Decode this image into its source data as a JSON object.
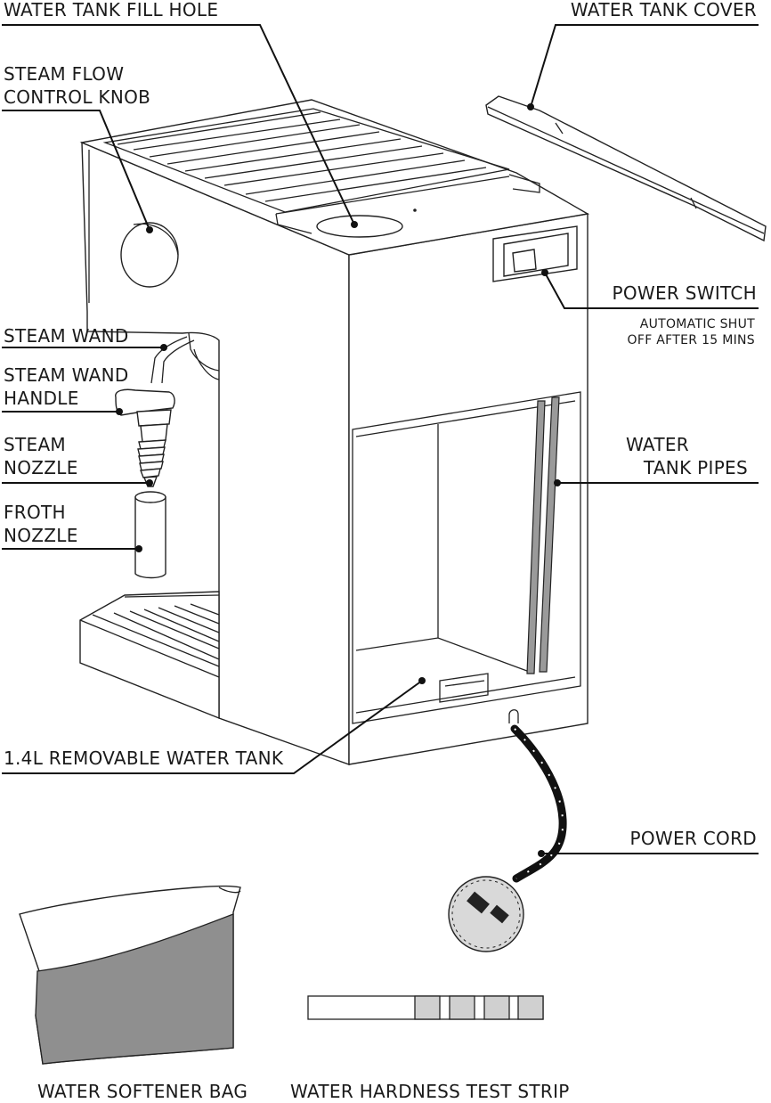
{
  "labels": {
    "water_tank_fill_hole": "WATER TANK FILL HOLE",
    "water_tank_cover": "WATER TANK COVER",
    "steam_flow_control_knob_1": "STEAM FLOW",
    "steam_flow_control_knob_2": "CONTROL KNOB",
    "steam_wand": "STEAM WAND",
    "steam_wand_handle_1": "STEAM WAND",
    "steam_wand_handle_2": "HANDLE",
    "steam_nozzle_1": "STEAM",
    "steam_nozzle_2": "NOZZLE",
    "froth_nozzle_1": "FROTH",
    "froth_nozzle_2": "NOZZLE",
    "power_switch": "POWER SWITCH",
    "power_switch_note_1": "AUTOMATIC SHUT",
    "power_switch_note_2": "OFF AFTER 15 MINS",
    "water_tank_pipes_1": "WATER",
    "water_tank_pipes_2": "TANK PIPES",
    "removable_water_tank": "1.4L REMOVABLE WATER TANK",
    "power_cord": "POWER CORD",
    "water_softener_bag": "WATER SOFTENER BAG",
    "water_hardness_test_strip": "WATER HARDNESS TEST STRIP"
  },
  "colors": {
    "line": "#111111",
    "softener_fill": "#8f8f8f",
    "strip_pad": "#d0d0d0",
    "plug": "#d9d9d9"
  }
}
